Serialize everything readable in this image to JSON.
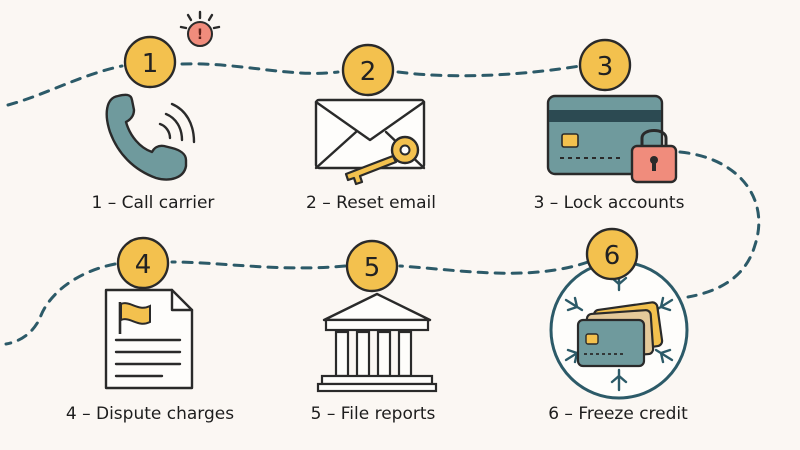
{
  "steps": [
    {
      "number": "1",
      "label": "1 – Call carrier",
      "icon": "phone-icon"
    },
    {
      "number": "2",
      "label": "2 – Reset email",
      "icon": "envelope-key-icon"
    },
    {
      "number": "3",
      "label": "3 – Lock accounts",
      "icon": "card-padlock-icon"
    },
    {
      "number": "4",
      "label": "4 – Dispute charges",
      "icon": "document-flag-icon"
    },
    {
      "number": "5",
      "label": "5 – File reports",
      "icon": "bank-building-icon"
    },
    {
      "number": "6",
      "label": "6 – Freeze credit",
      "icon": "frozen-cards-icon"
    }
  ],
  "alert": {
    "symbol": "!",
    "icon": "alert-icon"
  },
  "colors": {
    "badge": "#f3c14e",
    "teal": "#6f9a9d",
    "path": "#2c5a68",
    "alert": "#f08c7c",
    "background": "#fbf7f3"
  }
}
